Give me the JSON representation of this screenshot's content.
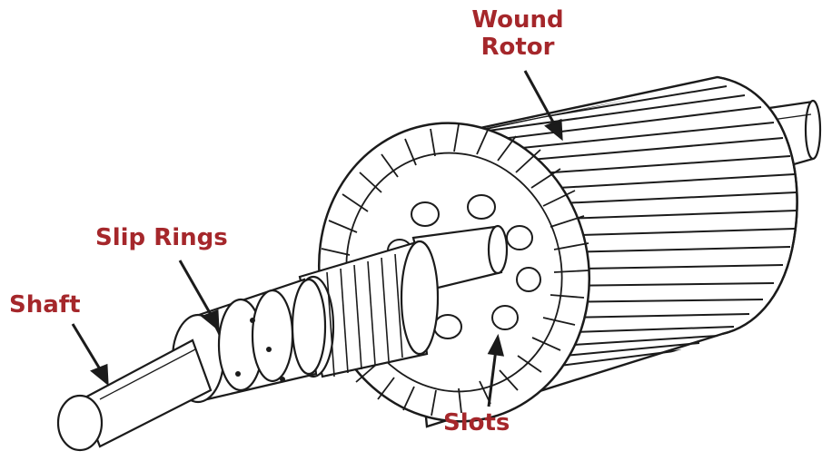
{
  "labels": {
    "wound_rotor_line1": "Wound",
    "wound_rotor_line2": "Rotor",
    "slip_rings": "Slip Rings",
    "shaft": "Shaft",
    "slots": "Slots"
  },
  "colors": {
    "label": "#a5272b",
    "line": "#1b1b1b",
    "background": "#ffffff"
  }
}
